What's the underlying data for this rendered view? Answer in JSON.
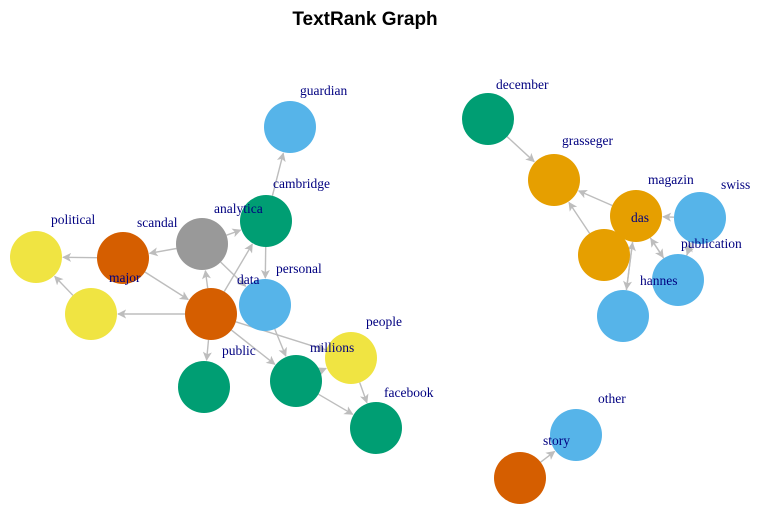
{
  "title": "TextRank Graph",
  "colors": {
    "edge": "#bdbdbd",
    "label": "#000080",
    "node_fill": {
      "orange": "#d55e00",
      "yellow": "#f0e442",
      "gray": "#999999",
      "green": "#009e73",
      "blue": "#56b4e9",
      "gold": "#e69f00"
    }
  },
  "nodes": [
    {
      "id": "guardian",
      "label": "guardian",
      "color": "blue"
    },
    {
      "id": "cambridge",
      "label": "cambridge",
      "color": "green"
    },
    {
      "id": "analytica",
      "label": "analytica",
      "color": "gray"
    },
    {
      "id": "scandal",
      "label": "scandal",
      "color": "orange"
    },
    {
      "id": "political",
      "label": "political",
      "color": "yellow"
    },
    {
      "id": "major",
      "label": "major",
      "color": "yellow"
    },
    {
      "id": "data",
      "label": "data",
      "color": "orange"
    },
    {
      "id": "personal",
      "label": "personal",
      "color": "blue"
    },
    {
      "id": "people",
      "label": "people",
      "color": "yellow"
    },
    {
      "id": "millions",
      "label": "millions",
      "color": "green"
    },
    {
      "id": "public",
      "label": "public",
      "color": "green"
    },
    {
      "id": "facebook",
      "label": "facebook",
      "color": "green"
    },
    {
      "id": "december",
      "label": "december",
      "color": "green"
    },
    {
      "id": "grasseger",
      "label": "grasseger",
      "color": "gold"
    },
    {
      "id": "das",
      "label": "das",
      "color": "gold"
    },
    {
      "id": "magazin",
      "label": "magazin",
      "color": "gold"
    },
    {
      "id": "swiss",
      "label": "swiss",
      "color": "blue"
    },
    {
      "id": "publication",
      "label": "publication",
      "color": "blue"
    },
    {
      "id": "hannes",
      "label": "hannes",
      "color": "blue"
    },
    {
      "id": "other",
      "label": "other",
      "color": "blue"
    },
    {
      "id": "story",
      "label": "story",
      "color": "orange"
    }
  ],
  "edges": [
    {
      "from": "cambridge",
      "to": "guardian"
    },
    {
      "from": "analytica",
      "to": "cambridge"
    },
    {
      "from": "analytica",
      "to": "scandal"
    },
    {
      "from": "scandal",
      "to": "political"
    },
    {
      "from": "major",
      "to": "political"
    },
    {
      "from": "data",
      "to": "major"
    },
    {
      "from": "data",
      "to": "analytica"
    },
    {
      "from": "data",
      "to": "cambridge"
    },
    {
      "from": "data",
      "to": "public"
    },
    {
      "from": "data",
      "to": "millions"
    },
    {
      "from": "data",
      "to": "people"
    },
    {
      "from": "cambridge",
      "to": "personal"
    },
    {
      "from": "analytica",
      "to": "personal"
    },
    {
      "from": "scandal",
      "to": "data"
    },
    {
      "from": "millions",
      "to": "people"
    },
    {
      "from": "millions",
      "to": "facebook"
    },
    {
      "from": "people",
      "to": "facebook"
    },
    {
      "from": "personal",
      "to": "millions"
    },
    {
      "from": "december",
      "to": "grasseger"
    },
    {
      "from": "magazin",
      "to": "grasseger"
    },
    {
      "from": "das",
      "to": "grasseger"
    },
    {
      "from": "swiss",
      "to": "das"
    },
    {
      "from": "publication",
      "to": "das"
    },
    {
      "from": "hannes",
      "to": "das"
    },
    {
      "from": "das",
      "to": "hannes"
    },
    {
      "from": "das",
      "to": "publication"
    },
    {
      "from": "publication",
      "to": "swiss"
    },
    {
      "from": "swiss",
      "to": "publication"
    },
    {
      "from": "story",
      "to": "other"
    }
  ]
}
